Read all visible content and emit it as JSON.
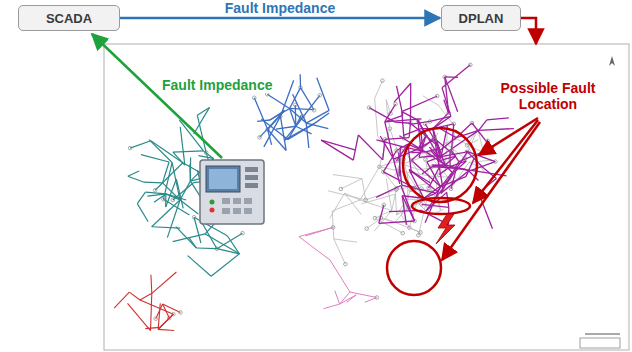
{
  "diagram": {
    "nodes": [
      {
        "text": [
          "SCADA"
        ]
      },
      {
        "text": [
          "DPLAN"
        ]
      }
    ],
    "edges": [
      {
        "from": 0,
        "to": 1,
        "arrow": "to",
        "label": "Fault Impedance"
      }
    ],
    "labels": [
      "Fault Impedance",
      "Possible Fault Location"
    ]
  }
}
